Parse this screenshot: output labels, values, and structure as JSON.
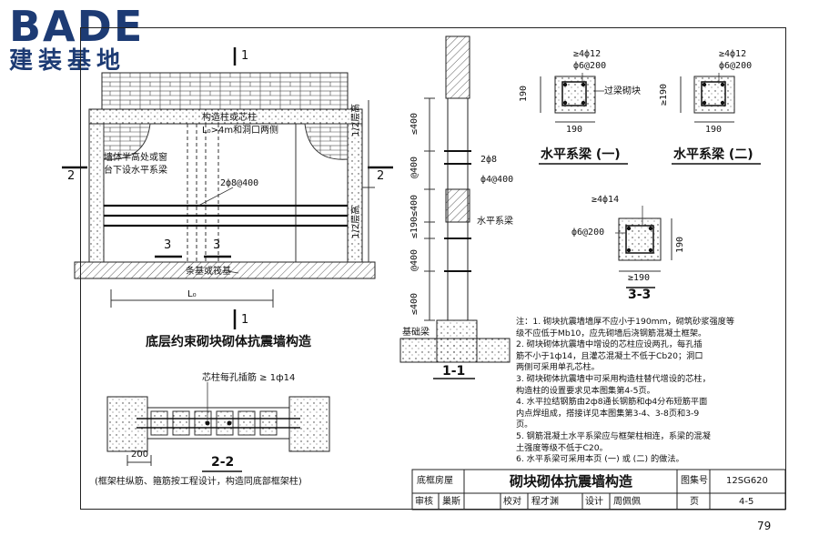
{
  "logo": {
    "brand": "BADE",
    "tagline": "建装基地"
  },
  "left_elevation": {
    "section_marks": [
      "1",
      "1",
      "2",
      "2",
      "3",
      "3"
    ],
    "label_column": "构造柱或芯柱",
    "label_lo": "L₀>4m和洞口两侧",
    "label_wall": [
      "墙体半高处或窗",
      "台下设水平系梁"
    ],
    "label_bars": "2ф8@400",
    "label_half1": "1/2层高",
    "label_half2": "1/2层高",
    "label_foundation": "条基或筏基",
    "label_span": "L₀",
    "title": "底层约束砌块砌体抗震墙构造"
  },
  "plan_2_2": {
    "label_core": "芯柱每孔插筋 ≥ 1ф14",
    "dim": "200",
    "title": "2-2",
    "note": "(框架柱纵筋、箍筋按工程设计，构造同底部框架柱)"
  },
  "section_1_1": {
    "dims": [
      "≤400",
      "@400",
      "≤400",
      "≤190",
      "@400",
      "≤400"
    ],
    "label_bar1": "2ф8",
    "label_bar2": "ф4@400",
    "label_beam": "水平系梁",
    "label_base": "基础梁",
    "title": "1-1"
  },
  "beam_1": {
    "top1": "≥4ф12",
    "top2": "ф6@200",
    "height": "190",
    "width": "190",
    "label": "过梁砌块",
    "title": "水平系梁 (一)"
  },
  "beam_2": {
    "top1": "≥4ф12",
    "top2": "ф6@200",
    "height": "≥190",
    "width": "190",
    "title": "水平系梁 (二)"
  },
  "section_3_3": {
    "top1": "≥4ф14",
    "left": "ф6@200",
    "height": "190",
    "width": "≥190",
    "title": "3-3"
  },
  "notes": [
    "注：1. 砌块抗震墙墙厚不应小于190mm，砌筑砂浆强度等",
    "        级不应低于Mb10，应先砌墙后浇钢筋混凝土框架。",
    "    2. 砌块砌体抗震墙中增设的芯柱应设两孔，每孔插",
    "        筋不小于1ф14，且灌芯混凝土不低于Cb20；洞口",
    "        两侧可采用单孔芯柱。",
    "    3. 砌块砌体抗震墙中可采用构造柱替代增设的芯柱，",
    "        构造柱的设置要求见本图集第4-5页。",
    "    4. 水平拉结钢筋由2ф8通长钢筋和ф4分布短筋平面",
    "        内点焊组成，搭接详见本图集第3-4、3-8页和3-9",
    "        页。",
    "    5. 钢筋混凝土水平系梁应与框架柱相连，系梁的混凝",
    "        土强度等级不低于C20。",
    "    6. 水平系梁可采用本页 (一) 或 (二) 的做法。"
  ],
  "title_block": {
    "category": "底框房屋",
    "title": "砌块砌体抗震墙构造",
    "atlas_label": "图集号",
    "atlas_no": "12SG620",
    "review": "审核",
    "reviewer": "巢斯",
    "check": "校对",
    "checker": "程才渊",
    "design": "设计",
    "designer": "周佩佩",
    "page_label": "页",
    "page_no": "4-5"
  },
  "page_number": "79"
}
